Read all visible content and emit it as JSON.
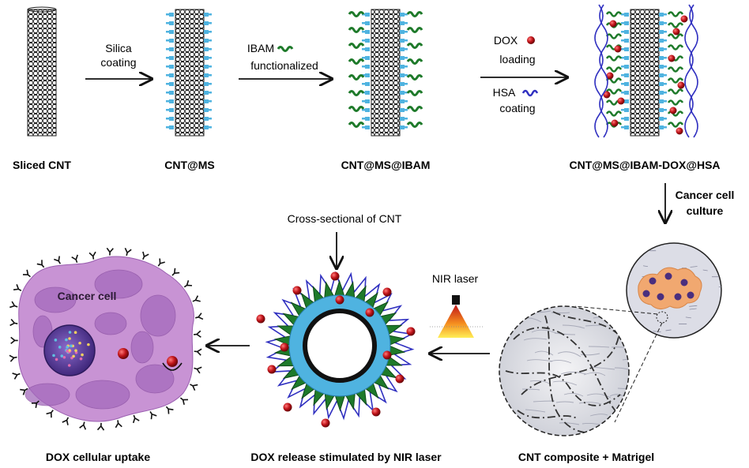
{
  "stages": {
    "sliced_cnt": "Sliced CNT",
    "cnt_ms": "CNT@MS",
    "cnt_ms_ibam": "CNT@MS@IBAM",
    "cnt_ms_ibam_dox_hsa": "CNT@MS@IBAM-DOX@HSA",
    "cnt_composite_matrigel": "CNT composite + Matrigel",
    "dox_release": "DOX release stimulated by NIR laser",
    "dox_uptake": "DOX cellular uptake"
  },
  "steps": {
    "silica_1": "Silica",
    "silica_2": "coating",
    "ibam_1": "IBAM",
    "ibam_2": "functionalized",
    "dox_1": "DOX",
    "dox_2": "loading",
    "hsa_1": "HSA",
    "hsa_2": "coating",
    "culture_1": "Cancer cell",
    "culture_2": "culture",
    "nir_laser": "NIR laser",
    "cross_section": "Cross-sectional of CNT",
    "cancer_cell": "Cancer cell"
  },
  "colors": {
    "silica": "#4fb3e0",
    "ibam": "#1e7a2a",
    "dox": "#c0141a",
    "hsa": "#3030c0",
    "tissue": "#b87fc8",
    "cell_orange": "#f1a870",
    "nucleus": "#4a2f7e"
  }
}
